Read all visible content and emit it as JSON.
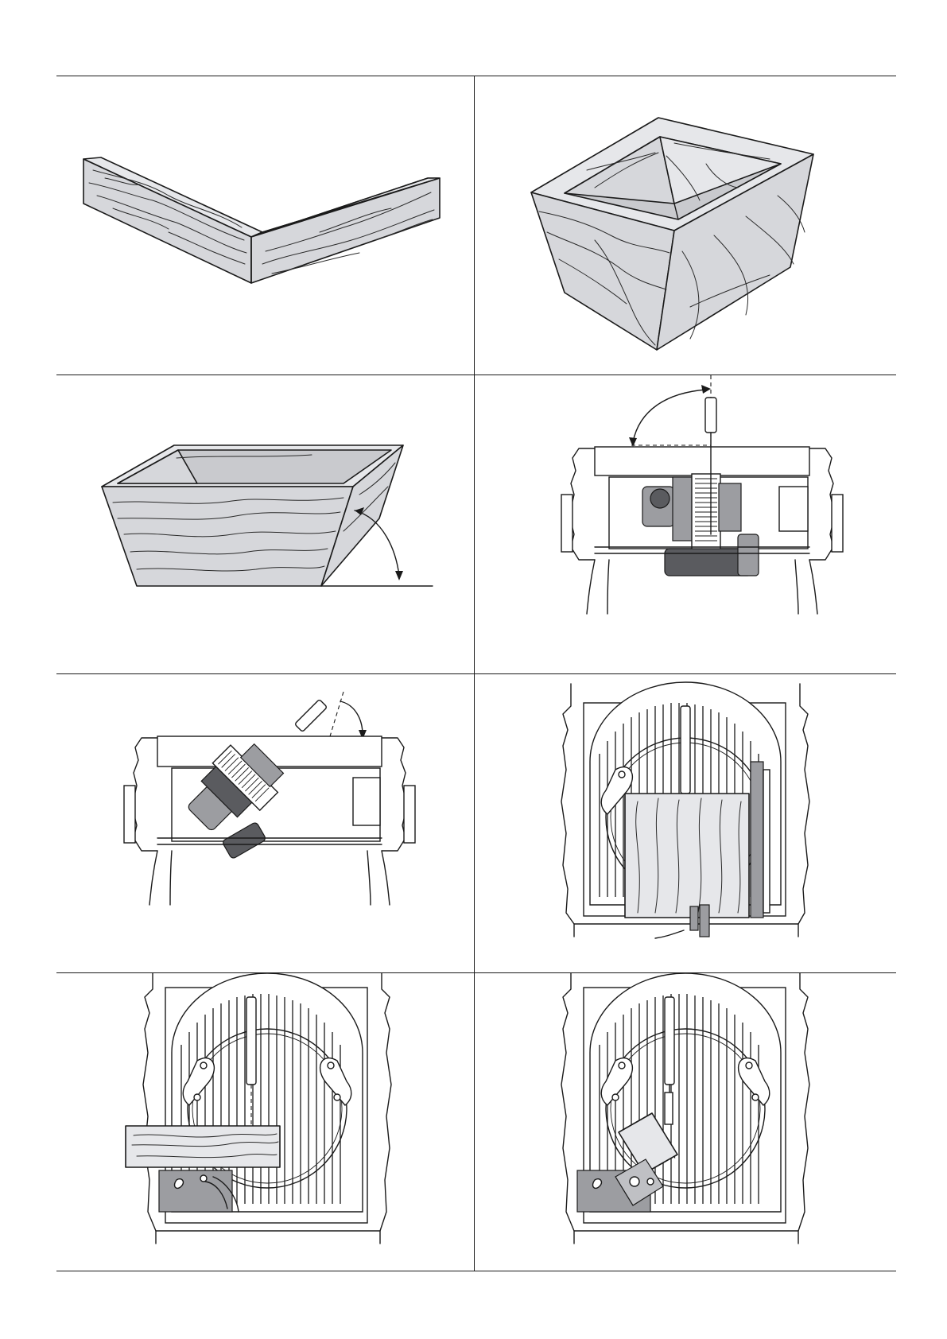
{
  "figures": [
    {
      "id": "fig-1",
      "icon": "mitre-joint-illustration"
    },
    {
      "id": "fig-2",
      "icon": "compound-box-illustration"
    },
    {
      "id": "fig-3",
      "icon": "tray-bevel-angle-illustration"
    },
    {
      "id": "fig-4",
      "icon": "saw-front-blade-vertical-illustration"
    },
    {
      "id": "fig-5",
      "icon": "saw-front-blade-tilted-illustration"
    },
    {
      "id": "fig-6",
      "icon": "saw-top-rip-fence-illustration"
    },
    {
      "id": "fig-7",
      "icon": "saw-top-crosscut-illustration"
    },
    {
      "id": "fig-8",
      "icon": "saw-top-mitre-gauge-illustration"
    }
  ]
}
